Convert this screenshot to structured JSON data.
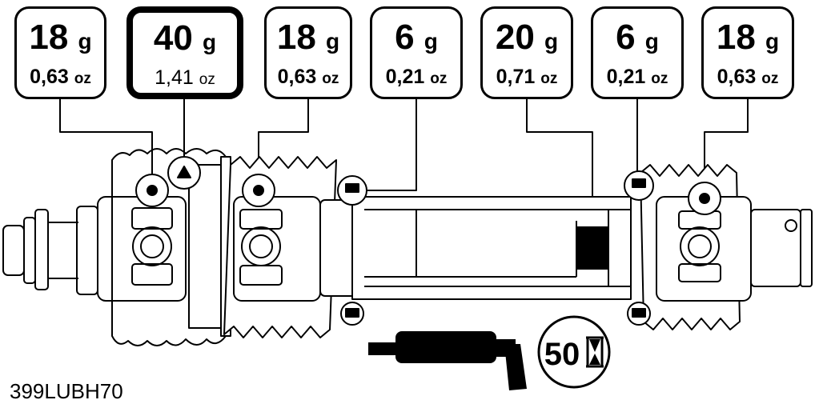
{
  "callouts": [
    {
      "grams": "18",
      "g_unit": "g",
      "ounces": "0,63",
      "oz_unit": "oz"
    },
    {
      "grams": "40",
      "g_unit": "g",
      "ounces": "1,41",
      "oz_unit": "oz"
    },
    {
      "grams": "18",
      "g_unit": "g",
      "ounces": "0,63",
      "oz_unit": "oz"
    },
    {
      "grams": "6",
      "g_unit": "g",
      "ounces": "0,21",
      "oz_unit": "oz"
    },
    {
      "grams": "20",
      "g_unit": "g",
      "ounces": "0,71",
      "oz_unit": "oz"
    },
    {
      "grams": "6",
      "g_unit": "g",
      "ounces": "0,21",
      "oz_unit": "oz"
    },
    {
      "grams": "18",
      "g_unit": "g",
      "ounces": "0,63",
      "oz_unit": "oz"
    }
  ],
  "interval_badge": {
    "hours": "50",
    "icon": "hourglass-icon"
  },
  "grease_gun_icon": "grease-gun-icon",
  "figure_code": "399LUBH70",
  "colors": {
    "ink": "#000000",
    "paper": "#ffffff"
  }
}
